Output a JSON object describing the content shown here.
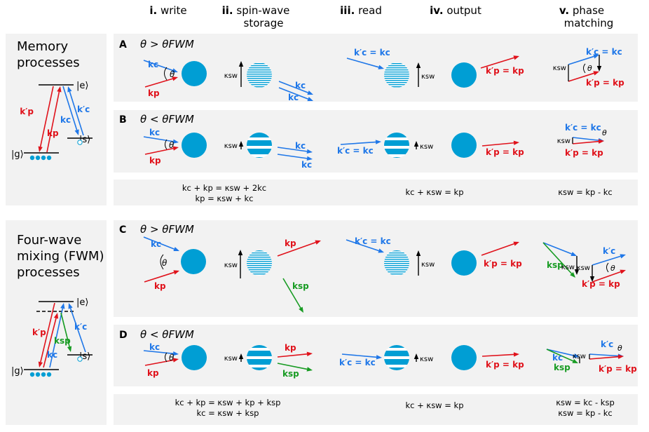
{
  "colors": {
    "blue": "#1f77e8",
    "red": "#e0121b",
    "green": "#179b22",
    "cyan": "#009ed4",
    "panel": "#f2f2f2",
    "black": "#000000"
  },
  "columns": [
    {
      "num": "i.",
      "title": "write"
    },
    {
      "num": "ii.",
      "title": "spin-wave",
      "title2": "storage"
    },
    {
      "num": "iii.",
      "title": "read"
    },
    {
      "num": "iv.",
      "title": "output"
    },
    {
      "num": "v.",
      "title": "phase",
      "title2": "matching"
    }
  ],
  "memory": {
    "title_line1": "Memory",
    "title_line2": "processes",
    "level_e": "|e⟩",
    "level_g": "|g⟩",
    "level_s": "|s⟩",
    "kp_prime": "k′p",
    "kp": "kp",
    "kc": "kc",
    "kc_prime": "k′c"
  },
  "fwm": {
    "title_line1": "Four-wave",
    "title_line2": "mixing (FWM)",
    "title_line3": "processes",
    "level_e": "|e⟩",
    "level_g": "|g⟩",
    "level_s": "|s⟩",
    "kp_prime": "k′p",
    "kp": "kp",
    "kc": "kc",
    "ksp": "ksp",
    "kc_prime": "k′c"
  },
  "rows": [
    {
      "label": "A",
      "condition": "θ > θFWM"
    },
    {
      "label": "B",
      "condition": "θ < θFWM"
    },
    {
      "label": "C",
      "condition": "θ > θFWM"
    },
    {
      "label": "D",
      "condition": "θ < θFWM"
    }
  ],
  "symbols": {
    "kc": "kc",
    "kp": "kp",
    "ksp": "ksp",
    "ksw": "κsw",
    "theta": "θ",
    "kc_out": "k′c = kc",
    "kp_out": "k′p = kp"
  },
  "equations": {
    "memory_write_1": "kc + kp = κsw + 2kc",
    "memory_write_2": "kp = κsw + kc",
    "memory_read": "kc + κsw = kp",
    "memory_phase": "κsw = kp - kc",
    "fwm_write_1": "kc + kp = κsw + kp + ksp",
    "fwm_write_2": "kc = κsw + ksp",
    "fwm_read": "kc + κsw = kp",
    "fwm_phase_1": "κsw = kc - ksp",
    "fwm_phase_2": "κsw = kp - kc"
  }
}
